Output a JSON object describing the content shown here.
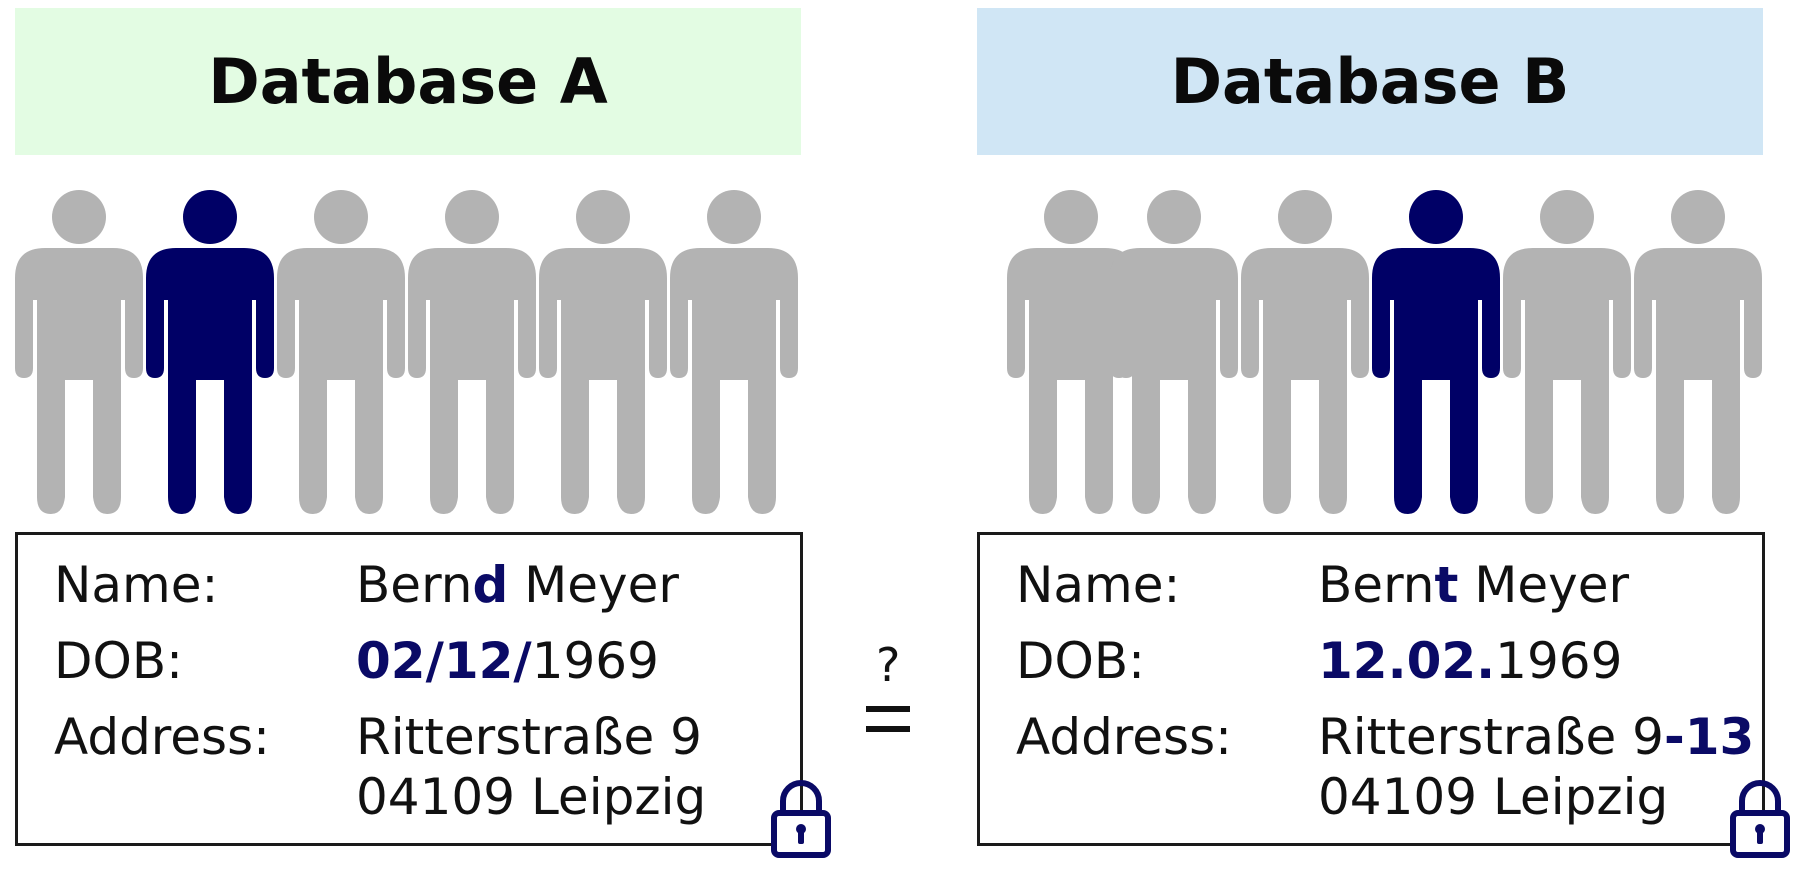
{
  "colors": {
    "header_a_bg": "#e3fce3",
    "header_b_bg": "#d0e6f5",
    "person_default": "#b3b3b3",
    "person_highlight": "#000066",
    "highlight_text": "#0a0a66",
    "lock": "#0a0a66"
  },
  "icons": {
    "person": "person-icon",
    "lock": "lock-icon",
    "compare": "questioned-equals-icon"
  },
  "database_a": {
    "title": "Database A",
    "people_count": 6,
    "highlighted_index": 1,
    "labels": {
      "name": "Name:",
      "dob": "DOB:",
      "address": "Address:"
    },
    "name": {
      "prefix": "Bern",
      "diff": "d",
      "suffix": " Meyer"
    },
    "dob": {
      "prefix": "",
      "diff": "02/12/",
      "suffix": "1969"
    },
    "address_line1": {
      "prefix": "Ritterstraße 9",
      "diff": "",
      "suffix": ""
    },
    "address_line2": "04109 Leipzig"
  },
  "database_b": {
    "title": "Database B",
    "people_count": 6,
    "highlighted_index": 3,
    "labels": {
      "name": "Name:",
      "dob": "DOB:",
      "address": "Address:"
    },
    "name": {
      "prefix": "Bern",
      "diff": "t",
      "suffix": " Meyer"
    },
    "dob": {
      "prefix": "",
      "diff": "12.02.",
      "suffix": "1969"
    },
    "address_line1": {
      "prefix": "Ritterstraße 9",
      "diff": "-13",
      "suffix": ""
    },
    "address_line2": "04109 Leipzig"
  },
  "comparison": {
    "symbol_top": "?"
  }
}
